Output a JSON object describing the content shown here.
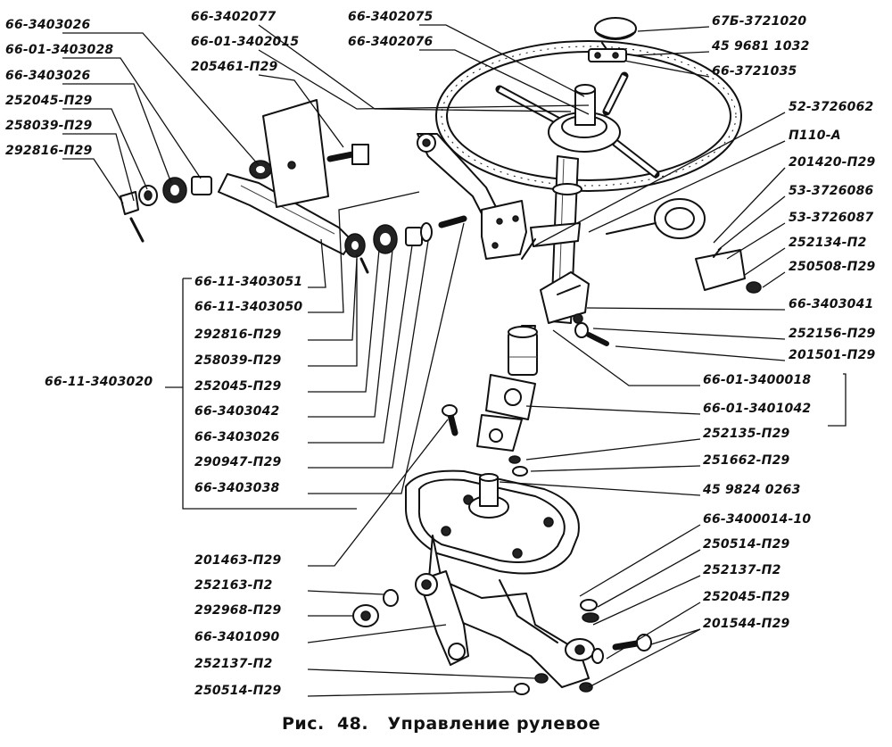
{
  "caption": {
    "prefix": "Рис.",
    "number": "48.",
    "title": "Управление рулевое"
  },
  "labels": {
    "l_66_3403026_a": "66-3403026",
    "l_66_01_3403028": "66-01-3403028",
    "l_66_3403026_b": "66-3403026",
    "l_252045_p29_a": "252045-П29",
    "l_258039_p29_a": "258039-П29",
    "l_292816_p29_a": "292816-П29",
    "l_66_3402077": "66-3402077",
    "l_66_01_3402015": "66-01-3402015",
    "l_205461_p29": "205461-П29",
    "l_66_3402075": "66-3402075",
    "l_66_3402076": "66-3402076",
    "l_67b_3721020": "67Б-3721020",
    "l_45_9681_1032": "45 9681 1032",
    "l_66_3721035": "66-3721035",
    "l_52_3726062": "52-3726062",
    "l_p110_a": "П110-А",
    "l_201420_p29": "201420-П29",
    "l_53_3726086": "53-3726086",
    "l_53_3726087": "53-3726087",
    "l_252134_p2": "252134-П2",
    "l_250508_p29": "250508-П29",
    "l_66_3403041": "66-3403041",
    "l_252156_p29": "252156-П29",
    "l_201501_p29": "201501-П29",
    "l_66_01_3400018": "66-01-3400018",
    "l_66_01_3401042": "66-01-3401042",
    "l_252135_p29": "252135-П29",
    "l_251662_p29": "251662-П29",
    "l_45_9824_0263": "45 9824 0263",
    "l_66_3400014_10": "66-3400014-10",
    "l_250514_p29_r": "250514-П29",
    "l_252137_p2_r": "252137-П2",
    "l_252045_p29_r": "252045-П29",
    "l_201544_p29": "201544-П29",
    "l_66_11_3403051": "66-11-3403051",
    "l_66_11_3403050": "66-11-3403050",
    "l_292816_p29_b": "292816-П29",
    "l_258039_p29_b": "258039-П29",
    "l_252045_p29_b": "252045-П29",
    "l_66_11_3403020": "66-11-3403020",
    "l_66_3403042": "66-3403042",
    "l_66_3403026_c": "66-3403026",
    "l_290947_p29": "290947-П29",
    "l_66_3403038": "66-3403038",
    "l_201463_p29": "201463-П29",
    "l_252163_p2": "252163-П2",
    "l_292968_p29": "292968-П29",
    "l_66_3401090": "66-3401090",
    "l_252137_p2_l": "252137-П2",
    "l_250514_p29_l": "250514-П29"
  }
}
